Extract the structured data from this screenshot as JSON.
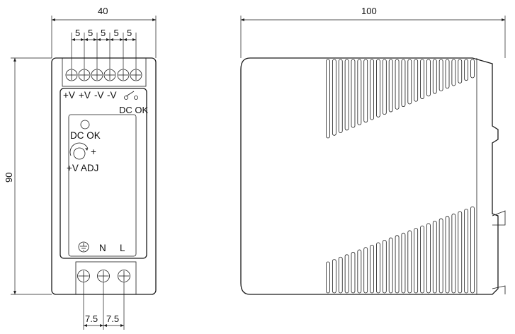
{
  "front_view": {
    "width_label": "40",
    "height_label": "90",
    "terminal_pitch_top": [
      "5",
      "5",
      "5",
      "5",
      "5"
    ],
    "terminal_pitch_bottom": [
      "7.5",
      "7.5"
    ],
    "output_terminals": [
      "+V",
      "+V",
      "-V",
      "-V"
    ],
    "relay_label": "DC OK",
    "led_label": "DC OK",
    "pot_label": "+V ADJ",
    "pot_plus": "+",
    "input_labels": {
      "neutral": "N",
      "line": "L"
    },
    "icons": [
      "ground-icon",
      "relay-switch-icon",
      "led-indicator-icon",
      "potentiometer-icon",
      "screw-terminal-icon"
    ]
  },
  "side_view": {
    "depth_label": "100"
  }
}
